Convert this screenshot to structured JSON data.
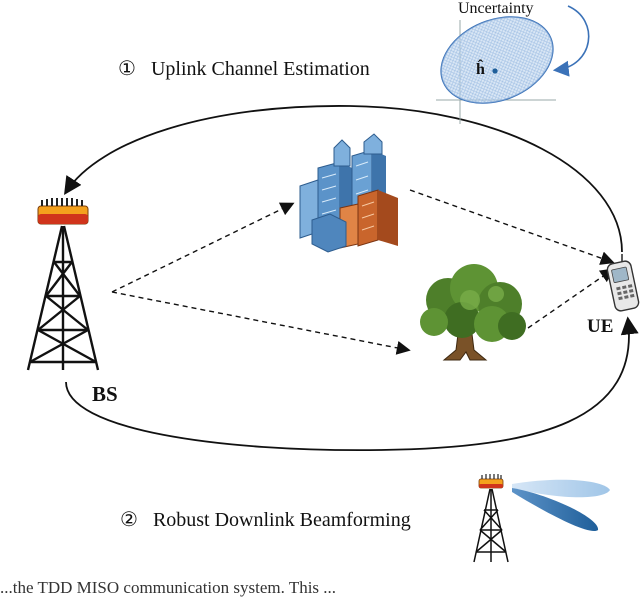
{
  "step1": {
    "number": "①",
    "label": "Uplink Channel Estimation"
  },
  "step2": {
    "number": "②",
    "label": "Robust Downlink Beamforming"
  },
  "uncertainty": {
    "label": "Uncertainty",
    "estimate_symbol": "ĥ"
  },
  "nodes": {
    "bs_label": "BS",
    "ue_label": "UE"
  },
  "caption": "...the TDD MISO communication system. This ...",
  "colors": {
    "ellipse_fill": "#bcd3ec",
    "ellipse_stroke": "#3b72b8",
    "beam_light": "#8fbbe3",
    "beam_dark": "#1f5f9a",
    "building_blue": "#5b93c9",
    "building_orange": "#c9652c",
    "tree_green": "#4e7f2a",
    "tower": "#111111",
    "antenna_orange": "#f4a11d",
    "antenna_red": "#d0341b"
  },
  "icons": [
    "cell-tower-icon",
    "city-buildings-icon",
    "tree-icon",
    "mobile-phone-icon"
  ]
}
